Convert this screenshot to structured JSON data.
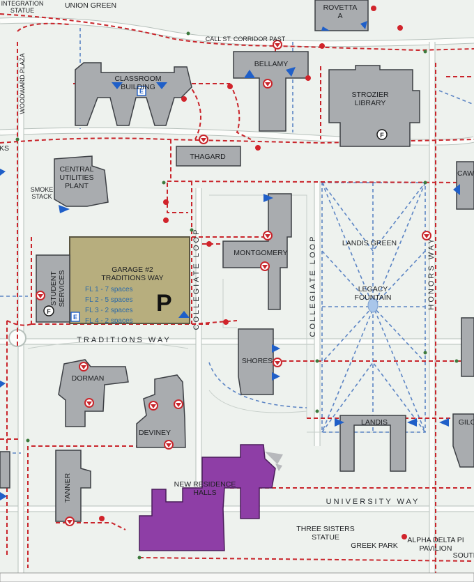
{
  "buildings": {
    "integration_statue": "INTEGRATION\nSTATUE",
    "union_green": "UNION GREEN",
    "rovetta": "ROVETTA\nA",
    "call_st_corridor": "CALL ST. CORRIDOR PAST",
    "bellamy": "BELLAMY",
    "classroom_building": "CLASSROOM\nBUILDING",
    "strozier_library": "STROZIER\nLIBRARY",
    "woodward_plaza": "WOODWARD PLAZA",
    "thagard": "THAGARD",
    "central_utilities_plant": "CENTRAL\nUTILITIES\nPLANT",
    "smoke_stack": "SMOKE\nSTACK",
    "cawthon_partial": "CAW",
    "ks_partial": "KS",
    "student_services": "STUDENT\nSERVICES",
    "montgomery": "MONTGOMERY",
    "landis_green": "LANDIS GREEN",
    "legacy_fountain": "LEGACY\n\nFOUNTAIN",
    "shores": "SHORES",
    "dorman": "DORMAN",
    "deviney": "DEVINEY",
    "landis": "LANDIS",
    "gilchrist_partial": "GILC",
    "tanner": "TANNER",
    "new_residence_halls": "NEW RESIDENCE\nHALLS",
    "three_sisters_statue": "THREE SISTERS\nSTATUE",
    "greek_park": "GREEK PARK",
    "alpha_delta_pi": "ALPHA DELTA PI\nPAVILION",
    "south_partial": "SOUTH"
  },
  "garage": {
    "title": "GARAGE #2\nTRADITIONS WAY",
    "floors": [
      "FL 1 - 7 spaces",
      "FL 2 - 5 spaces",
      "FL 3 - 2 spaces",
      "FL 4 - 2 spaces"
    ],
    "symbol": "P"
  },
  "streets": {
    "traditions_way": "TRADITIONS WAY",
    "collegiate_loop_1": "COLLEGIATE LOOP",
    "collegiate_loop_2": "COLLEGIATE LOOP",
    "honors_way": "HONORS WAY",
    "university_way": "UNIVERSITY WAY"
  },
  "markers": {
    "elevator": "E",
    "family_restroom": "F"
  },
  "colors": {
    "accessible_route": "#c9252b",
    "walkway": "#5b84c4",
    "building": "#a9acaf",
    "residence_new": "#8e3ea6",
    "garage": "#b7ae7e",
    "entrance_marker": "#1f5fc8"
  }
}
